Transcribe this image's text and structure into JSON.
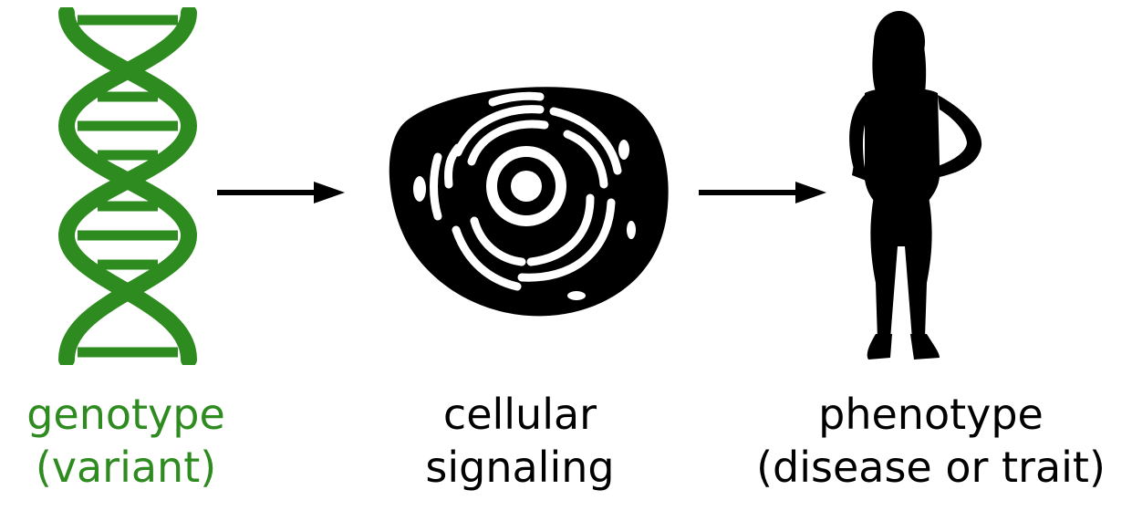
{
  "diagram": {
    "nodes": [
      {
        "id": "genotype",
        "icon": "dna-helix-icon",
        "lines": [
          "genotype",
          "(variant)"
        ],
        "color": "#2e8b1f"
      },
      {
        "id": "cellular",
        "icon": "cell-icon",
        "lines": [
          "cellular",
          "signaling"
        ],
        "color": "#000000"
      },
      {
        "id": "phenotype",
        "icon": "person-silhouette-icon",
        "lines": [
          "phenotype",
          "(disease or trait)"
        ],
        "color": "#000000"
      }
    ],
    "edges": [
      {
        "from": "genotype",
        "to": "cellular",
        "icon": "right-arrow-icon"
      },
      {
        "from": "cellular",
        "to": "phenotype",
        "icon": "right-arrow-icon"
      }
    ],
    "colors": {
      "dna": "#2e8b1f",
      "label_highlight": "#2e8b1f",
      "ink": "#000000",
      "background": "#ffffff"
    }
  }
}
